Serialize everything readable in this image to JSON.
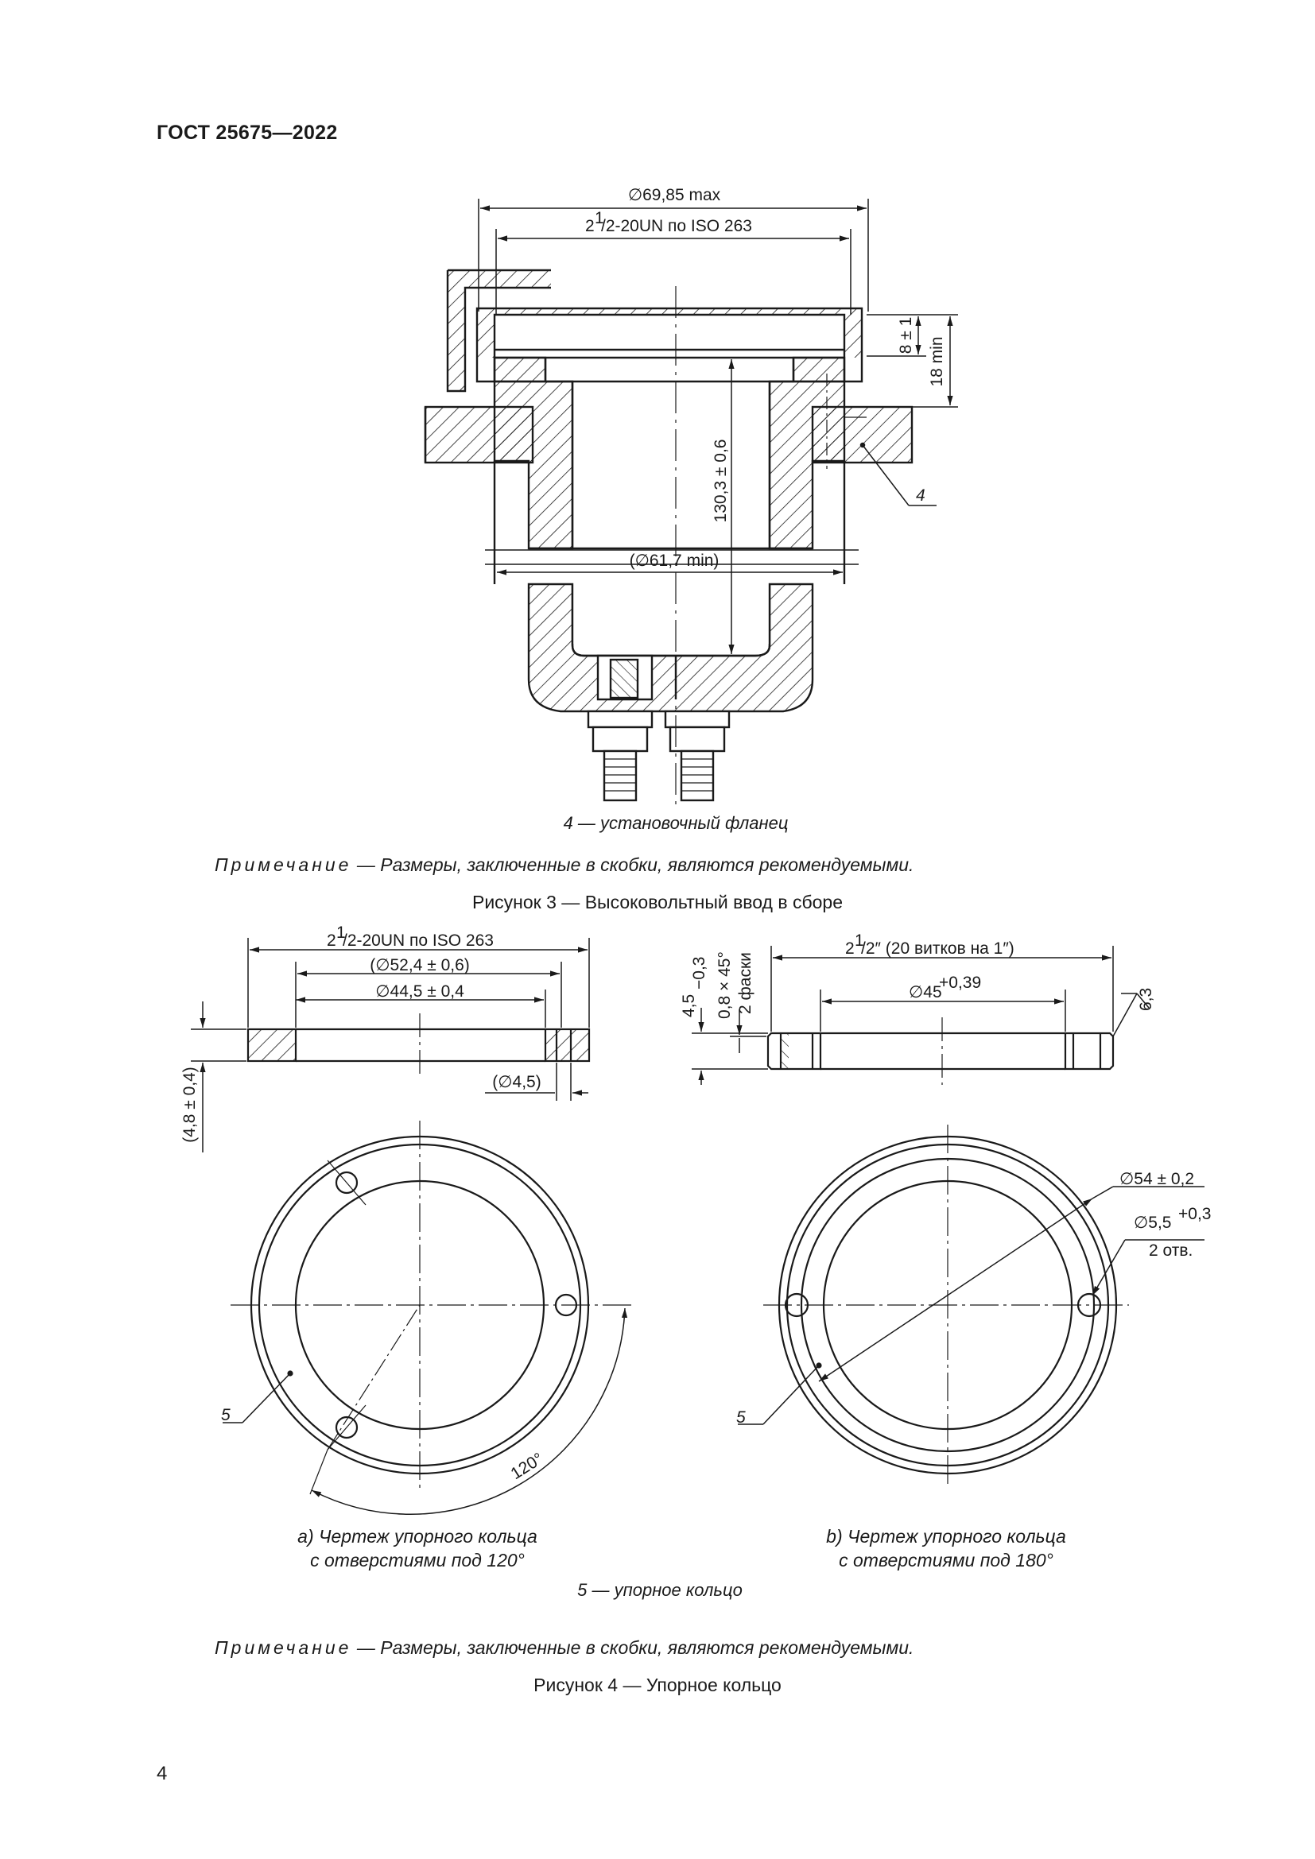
{
  "header": {
    "standard": "ГОСТ 25675—2022"
  },
  "figure3": {
    "dims": {
      "outer_dia": "∅69,85 max",
      "thread_pre": "2",
      "thread_sup": "1",
      "thread_post": "/2-20UN по ISO 263",
      "d8": "8 ± 1",
      "d18": "18 min",
      "height": "130,3 ± 0,6",
      "inner_dia": "(∅61,7 min)"
    },
    "callout": "4",
    "legend": "4 — установочный фланец",
    "note_label": "Примечание",
    "note_text": " — Размеры, заключенные в скобки, являются рекомендуемыми.",
    "caption": "Рисунок 3 — Высоковольтный ввод в сборе"
  },
  "figure4": {
    "a": {
      "thread_pre": "2",
      "thread_sup": "1",
      "thread_post": "/2-20UN по ISO 263",
      "d524": "(∅52,4 ± 0,6)",
      "d445": "∅44,5 ± 0,4",
      "d45hole": "(∅4,5)",
      "thickness": "(4,8 ± 0,4)",
      "angle": "120°",
      "callout": "5",
      "cap1": "a) Чертеж упорного кольца",
      "cap2": "с отверстиями под 120°"
    },
    "b": {
      "thread_pre": "2",
      "thread_sup": "1",
      "thread_post": "/2″ (20 витков на 1″)",
      "d45": "∅45",
      "d45_tol": "+0,39",
      "thickness_main": "4,5",
      "thickness_tol": "−0,3",
      "chamfer1": "0,8 × 45°",
      "chamfer2": "2 фаски",
      "roughness": "6,3",
      "d54": "∅54 ± 0,2",
      "d55": "∅5,5",
      "d55_tol": "+0,3",
      "holes": "2 отв.",
      "callout": "5",
      "cap1": "b) Чертеж упорного кольца",
      "cap2": "с отверстиями под 180°"
    },
    "legend": "5 — упорное кольцо",
    "note_label": "Примечание",
    "note_text": " — Размеры, заключенные в скобки, являются рекомендуемыми.",
    "caption": "Рисунок 4 — Упорное кольцо"
  },
  "footer": {
    "page_number": "4"
  }
}
